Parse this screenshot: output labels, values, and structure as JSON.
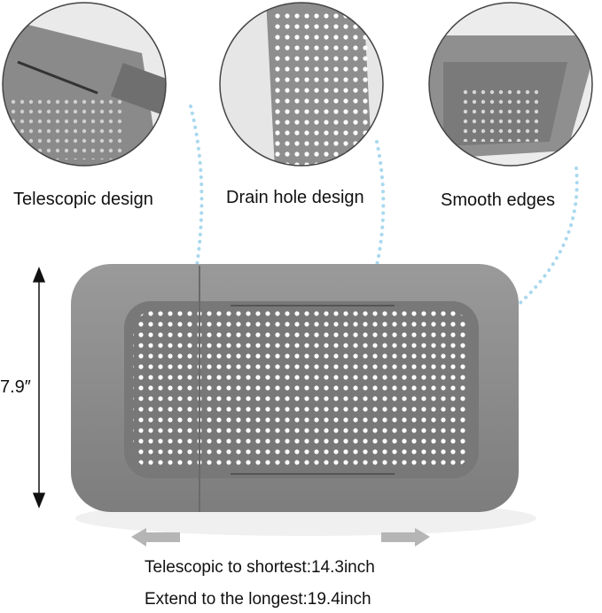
{
  "features": [
    {
      "label": "Telescopic design"
    },
    {
      "label": "Drain hole design"
    },
    {
      "label": "Smooth edges"
    }
  ],
  "height_label": "7.9″",
  "shortest_label": "Telescopic to shortest:14.3inch",
  "longest_label": "Extend to the longest:19.4inch",
  "colors": {
    "product_gray": "#8e8e8e",
    "dotted_line": "#a9d8ee",
    "arrow_gray": "#b5b5b5"
  }
}
